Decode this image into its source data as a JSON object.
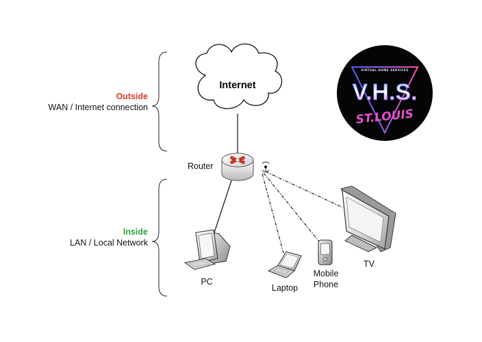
{
  "zones": {
    "outside": {
      "title": "Outside",
      "subtitle": "WAN / Internet connection"
    },
    "inside": {
      "title": "Inside",
      "subtitle": "LAN / Local Network"
    }
  },
  "nodes": {
    "internet": "Internet",
    "router": "Router",
    "pc": "PC",
    "laptop": "Laptop",
    "mobile_line1": "Mobile",
    "mobile_line2": "Phone",
    "tv": "TV"
  },
  "logo": {
    "tagline": "VIRTUAL HOME SERVICES",
    "name": "V.H.S.",
    "city": "ST.LOUIS"
  },
  "colors": {
    "outside": "#e0372a",
    "inside": "#2ea24a",
    "logo_background": "#050505",
    "logo_gradient_top": "#5a6cf0",
    "logo_gradient_bottom": "#e05ad8"
  }
}
